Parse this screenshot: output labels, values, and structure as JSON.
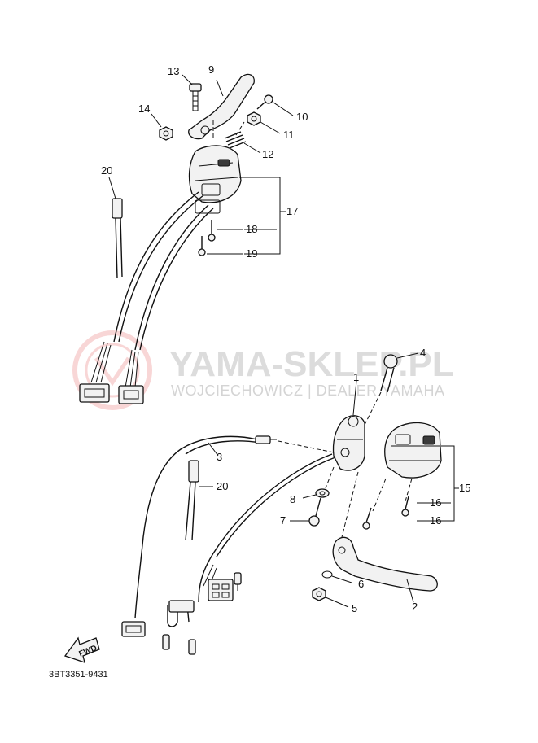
{
  "watermark": {
    "brand": "YAMA-SKLEP.PL",
    "dealer": "WOJCIECHOWICZ | DEALER YAMAHA"
  },
  "drawing_code": "3BT3351-9431",
  "direction_label": "FWD",
  "callouts": {
    "c1": "1",
    "c2": "2",
    "c3": "3",
    "c4": "4",
    "c5": "5",
    "c6": "6",
    "c7": "7",
    "c8": "8",
    "c9": "9",
    "c10": "10",
    "c11": "11",
    "c12": "12",
    "c13": "13",
    "c14": "14",
    "c15": "15",
    "c16a": "16",
    "c16b": "16",
    "c17": "17",
    "c18": "18",
    "c19": "19",
    "c20a": "20",
    "c20b": "20"
  },
  "colors": {
    "watermark_accent": "#f4b6b6"
  }
}
